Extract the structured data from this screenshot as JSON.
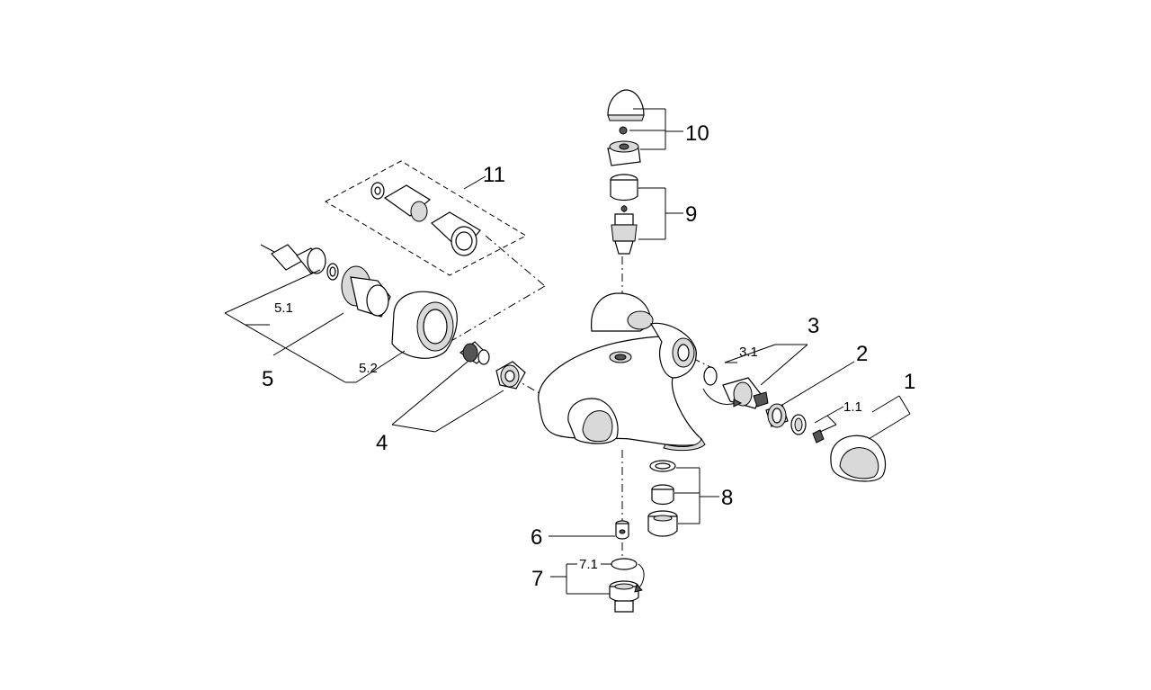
{
  "labels": {
    "p1": "1",
    "p1_1": "1.1",
    "p2": "2",
    "p3": "3",
    "p3_1": "3.1",
    "p4": "4",
    "p5": "5",
    "p5_1": "5.1",
    "p5_2": "5.2",
    "p6": "6",
    "p7": "7",
    "p7_1": "7.1",
    "p8": "8",
    "p9": "9",
    "p10": "10",
    "p11": "11"
  }
}
